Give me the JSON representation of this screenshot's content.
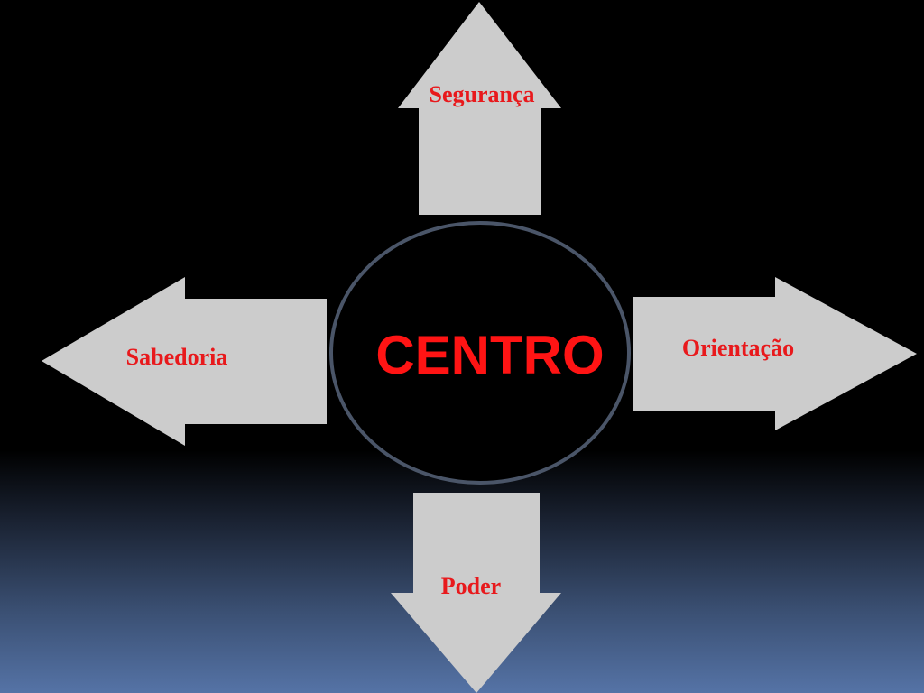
{
  "diagram": {
    "center": {
      "label": "CENTRO"
    },
    "arrows": {
      "up": {
        "label": "Segurança"
      },
      "right": {
        "label": "Orientação"
      },
      "down": {
        "label": "Poder"
      },
      "left": {
        "label": "Sabedoria"
      }
    }
  },
  "colors": {
    "arrow_fill": "#cccccc",
    "label_text": "#e8191c",
    "center_text": "#ff1414",
    "center_border": "#4a5568",
    "background_top": "#000000",
    "background_bottom": "#5573a6"
  }
}
